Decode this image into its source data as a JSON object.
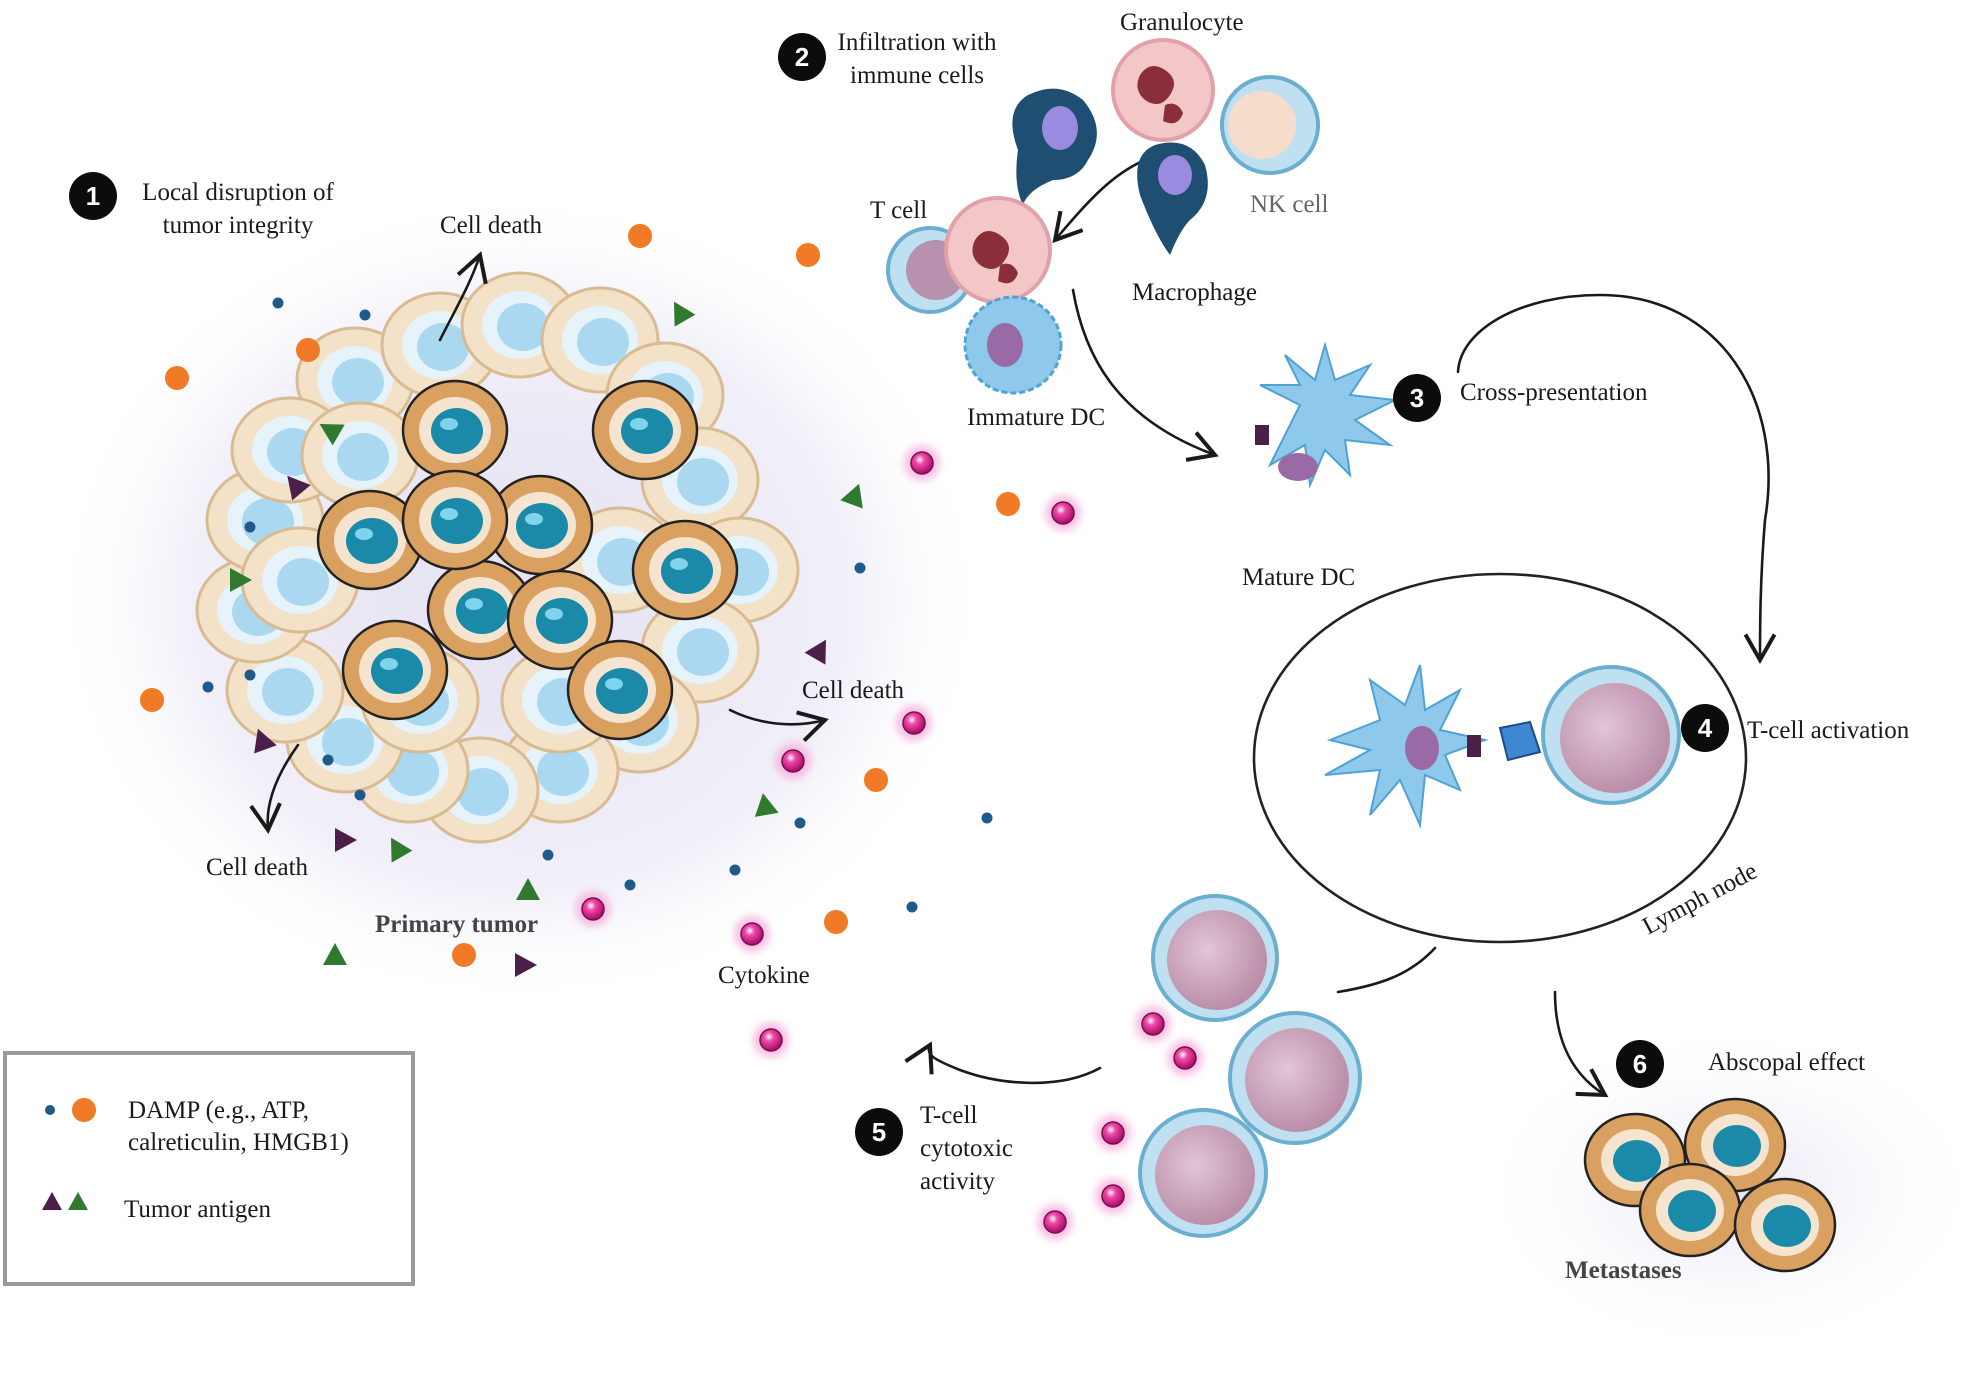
{
  "steps": [
    {
      "number": "1",
      "label_lines": [
        "Local disruption of",
        "tumor integrity"
      ]
    },
    {
      "number": "2",
      "label_lines": [
        "Infiltration with",
        "immune cells"
      ]
    },
    {
      "number": "3",
      "label_lines": [
        "Cross-presentation"
      ]
    },
    {
      "number": "4",
      "label_lines": [
        "T-cell activation"
      ]
    },
    {
      "number": "5",
      "label_lines": [
        "T-cell",
        "cytotoxic",
        "activity"
      ]
    },
    {
      "number": "6",
      "label_lines": [
        "Abscopal effect"
      ]
    }
  ],
  "labels": {
    "cell_death": "Cell death",
    "primary_tumor": "Primary tumor",
    "cytokine": "Cytokine",
    "granulocyte": "Granulocyte",
    "t_cell": "T cell",
    "nk_cell": "NK cell",
    "macrophage": "Macrophage",
    "immature_dc": "Immature DC",
    "mature_dc": "Mature DC",
    "lymph_node": "Lymph node",
    "metastases": "Metastases"
  },
  "legend": {
    "damp_lines": [
      "DAMP (e.g., ATP,",
      "calreticulin, HMGB1)"
    ],
    "tumor_antigen": "Tumor antigen"
  },
  "colors": {
    "damp_small": "#1f5a8c",
    "damp_large": "#f07a25",
    "antigen_purple": "#4a1f48",
    "antigen_green": "#2f7a2f",
    "cytokine": "#d81b8a",
    "tumor_core": "#1a8aa8",
    "tumor_rim": "#d9a060",
    "t_cell_body": "#c9a0b8",
    "dc_body": "#8ec8ea"
  }
}
